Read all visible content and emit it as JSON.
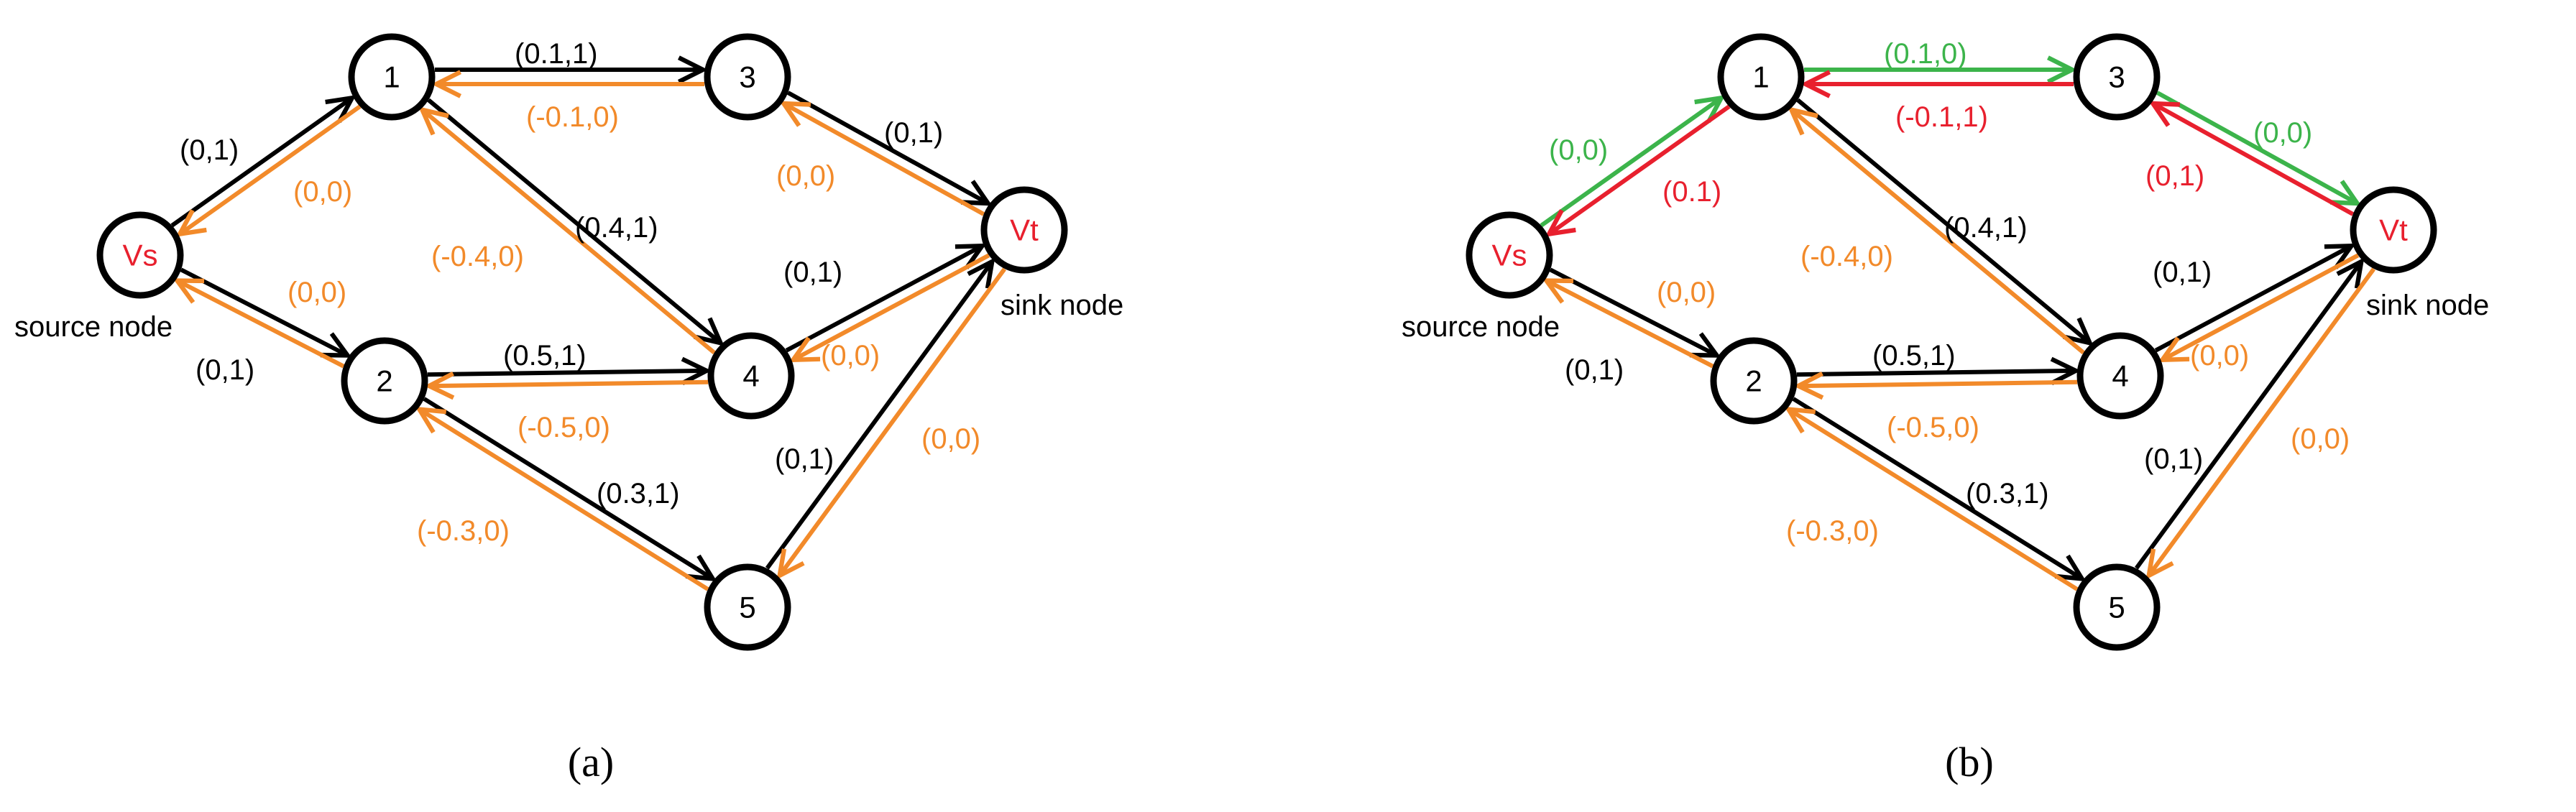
{
  "colors": {
    "black": "#000000",
    "orange": "#f28a2a",
    "green": "#3cb44b",
    "red": "#e8202e",
    "node_label_red": "#e8202e"
  },
  "panels": [
    {
      "caption": "(a)",
      "nodes": [
        {
          "id": "vs",
          "label": "Vs"
        },
        {
          "id": "n1",
          "label": "1"
        },
        {
          "id": "n2",
          "label": "2"
        },
        {
          "id": "n3",
          "label": "3"
        },
        {
          "id": "n4",
          "label": "4"
        },
        {
          "id": "n5",
          "label": "5"
        },
        {
          "id": "vt",
          "label": "Vt"
        }
      ],
      "text": {
        "source": "source node",
        "sink": "sink node"
      },
      "edges": [
        {
          "id": "vs-1",
          "label": "(0,1)",
          "color": "black"
        },
        {
          "id": "1-vs",
          "label": "(0,0)",
          "color": "orange"
        },
        {
          "id": "vs-2",
          "label": "(0,1)",
          "color": "black"
        },
        {
          "id": "2-vs",
          "label": "(0,0)",
          "color": "orange"
        },
        {
          "id": "1-3",
          "label": "(0.1,1)",
          "color": "black"
        },
        {
          "id": "3-1",
          "label": "(-0.1,0)",
          "color": "orange"
        },
        {
          "id": "1-4",
          "label": "(0.4,1)",
          "color": "black"
        },
        {
          "id": "4-1",
          "label": "(-0.4,0)",
          "color": "orange"
        },
        {
          "id": "2-4",
          "label": "(0.5,1)",
          "color": "black"
        },
        {
          "id": "4-2",
          "label": "(-0.5,0)",
          "color": "orange"
        },
        {
          "id": "2-5",
          "label": "(0.3,1)",
          "color": "black"
        },
        {
          "id": "5-2",
          "label": "(-0.3,0)",
          "color": "orange"
        },
        {
          "id": "3-vt",
          "label": "(0,1)",
          "color": "black"
        },
        {
          "id": "vt-3",
          "label": "(0,0)",
          "color": "orange"
        },
        {
          "id": "4-vt",
          "label": "(0,1)",
          "color": "black"
        },
        {
          "id": "vt-4",
          "label": "(0,0)",
          "color": "orange"
        },
        {
          "id": "5-vt",
          "label": "(0,1)",
          "color": "black"
        },
        {
          "id": "vt-5",
          "label": "(0,0)",
          "color": "orange"
        }
      ]
    },
    {
      "caption": "(b)",
      "nodes": [
        {
          "id": "vs",
          "label": "Vs"
        },
        {
          "id": "n1",
          "label": "1"
        },
        {
          "id": "n2",
          "label": "2"
        },
        {
          "id": "n3",
          "label": "3"
        },
        {
          "id": "n4",
          "label": "4"
        },
        {
          "id": "n5",
          "label": "5"
        },
        {
          "id": "vt",
          "label": "Vt"
        }
      ],
      "text": {
        "source": "source node",
        "sink": "sink node"
      },
      "edges": [
        {
          "id": "vs-1",
          "label": "(0,0)",
          "color": "green"
        },
        {
          "id": "1-vs",
          "label": "(0.1)",
          "color": "red"
        },
        {
          "id": "vs-2",
          "label": "(0,1)",
          "color": "black"
        },
        {
          "id": "2-vs",
          "label": "(0,0)",
          "color": "orange"
        },
        {
          "id": "1-3",
          "label": "(0.1,0)",
          "color": "green"
        },
        {
          "id": "3-1",
          "label": "(-0.1,1)",
          "color": "red"
        },
        {
          "id": "1-4",
          "label": "(0.4,1)",
          "color": "black"
        },
        {
          "id": "4-1",
          "label": "(-0.4,0)",
          "color": "orange"
        },
        {
          "id": "2-4",
          "label": "(0.5,1)",
          "color": "black"
        },
        {
          "id": "4-2",
          "label": "(-0.5,0)",
          "color": "orange"
        },
        {
          "id": "2-5",
          "label": "(0.3,1)",
          "color": "black"
        },
        {
          "id": "5-2",
          "label": "(-0.3,0)",
          "color": "orange"
        },
        {
          "id": "3-vt",
          "label": "(0,0)",
          "color": "green"
        },
        {
          "id": "vt-3",
          "label": "(0,1)",
          "color": "red"
        },
        {
          "id": "4-vt",
          "label": "(0,1)",
          "color": "black"
        },
        {
          "id": "vt-4",
          "label": "(0,0)",
          "color": "orange"
        },
        {
          "id": "5-vt",
          "label": "(0,1)",
          "color": "black"
        },
        {
          "id": "vt-5",
          "label": "(0,0)",
          "color": "orange"
        }
      ]
    }
  ]
}
